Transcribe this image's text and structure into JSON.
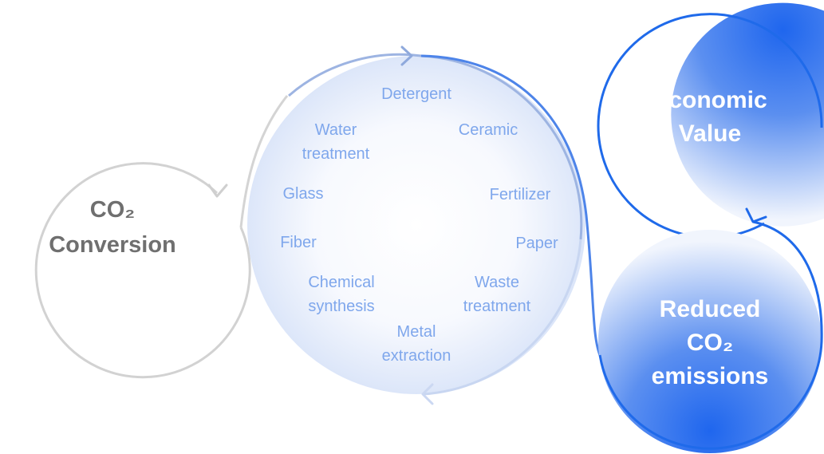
{
  "co2_conversion": {
    "line1": "CO₂",
    "line2": "Conversion"
  },
  "applications": [
    {
      "name": "app-detergent",
      "lines": [
        "Detergent"
      ]
    },
    {
      "name": "app-water-treatment",
      "lines": [
        "Water",
        "treatment"
      ]
    },
    {
      "name": "app-ceramic",
      "lines": [
        "Ceramic"
      ]
    },
    {
      "name": "app-glass",
      "lines": [
        "Glass"
      ]
    },
    {
      "name": "app-fertilizer",
      "lines": [
        "Fertilizer"
      ]
    },
    {
      "name": "app-fiber",
      "lines": [
        "Fiber"
      ]
    },
    {
      "name": "app-paper",
      "lines": [
        "Paper"
      ]
    },
    {
      "name": "app-chemical-synthesis",
      "lines": [
        "Chemical",
        "synthesis"
      ]
    },
    {
      "name": "app-waste-treatment",
      "lines": [
        "Waste",
        "treatment"
      ]
    },
    {
      "name": "app-metal-extraction",
      "lines": [
        "Metal",
        "extraction"
      ]
    }
  ],
  "economic_value": {
    "line1": "Economic",
    "line2": "Value"
  },
  "reduced_emissions": {
    "line1": "Reduced",
    "line2": "CO₂",
    "line3": "emissions"
  },
  "colors": {
    "gray_circle": "#d2d2d2",
    "gray_text": "#6f6f6f",
    "application_text": "#7fa7ec",
    "middle_stroke": "#8fb0e8",
    "blue_accent": "#1f6aea",
    "blue_fill_light": "#eef3fd"
  }
}
